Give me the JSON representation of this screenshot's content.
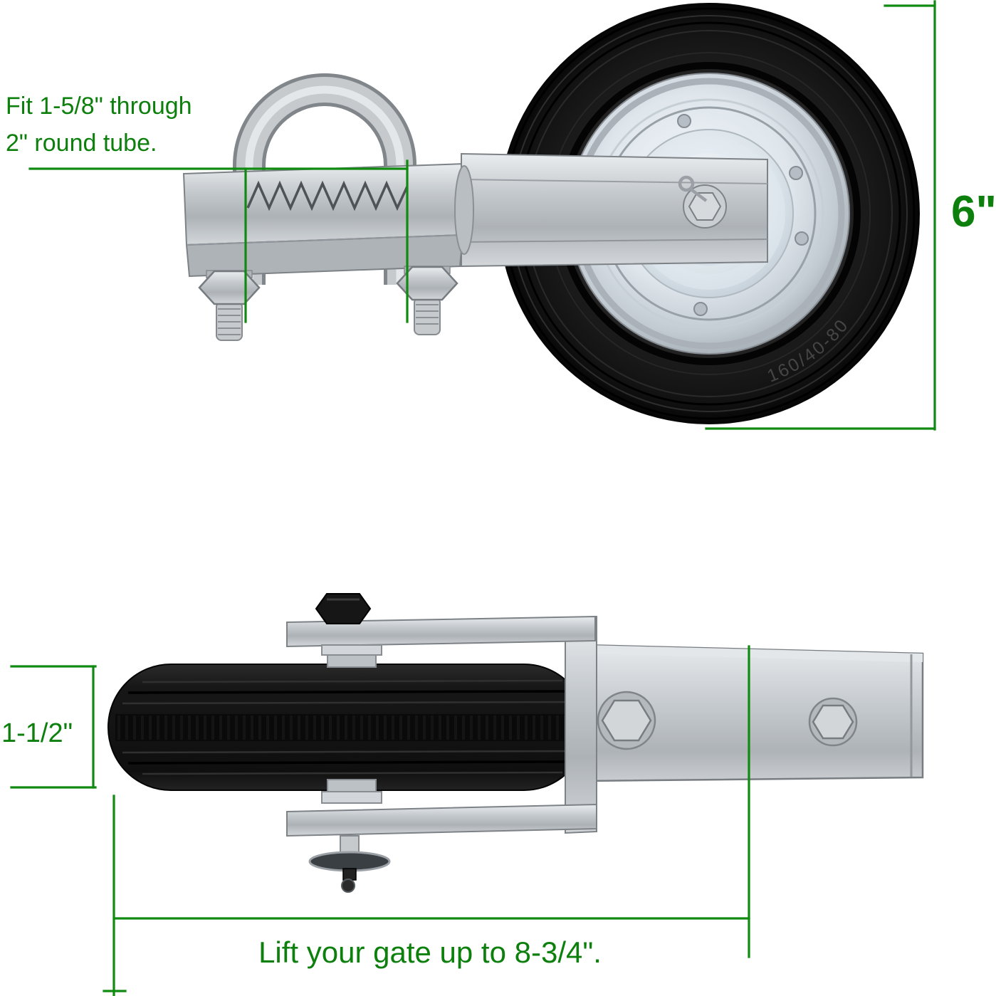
{
  "meta": {
    "description": "Gate wheel caster product dimension illustration, two views on white background"
  },
  "colors": {
    "dimension_green": "#118a11",
    "text_green": "#0c7f0c",
    "tire_black": "#161616",
    "zinc_silver": "#c6cacd",
    "hub_silver": "#dfe6ec",
    "background": "#ffffff"
  },
  "top_view": {
    "clamp_note": {
      "line1": "Fit 1-5/8\" through",
      "line2": "2\" round tube."
    },
    "wheel_diameter_label": "6\"",
    "tire_marking": "160/40-80"
  },
  "bottom_view": {
    "wheel_width_label": "1-1/2\"",
    "lift_note": "Lift your gate up to 8-3/4\"."
  }
}
